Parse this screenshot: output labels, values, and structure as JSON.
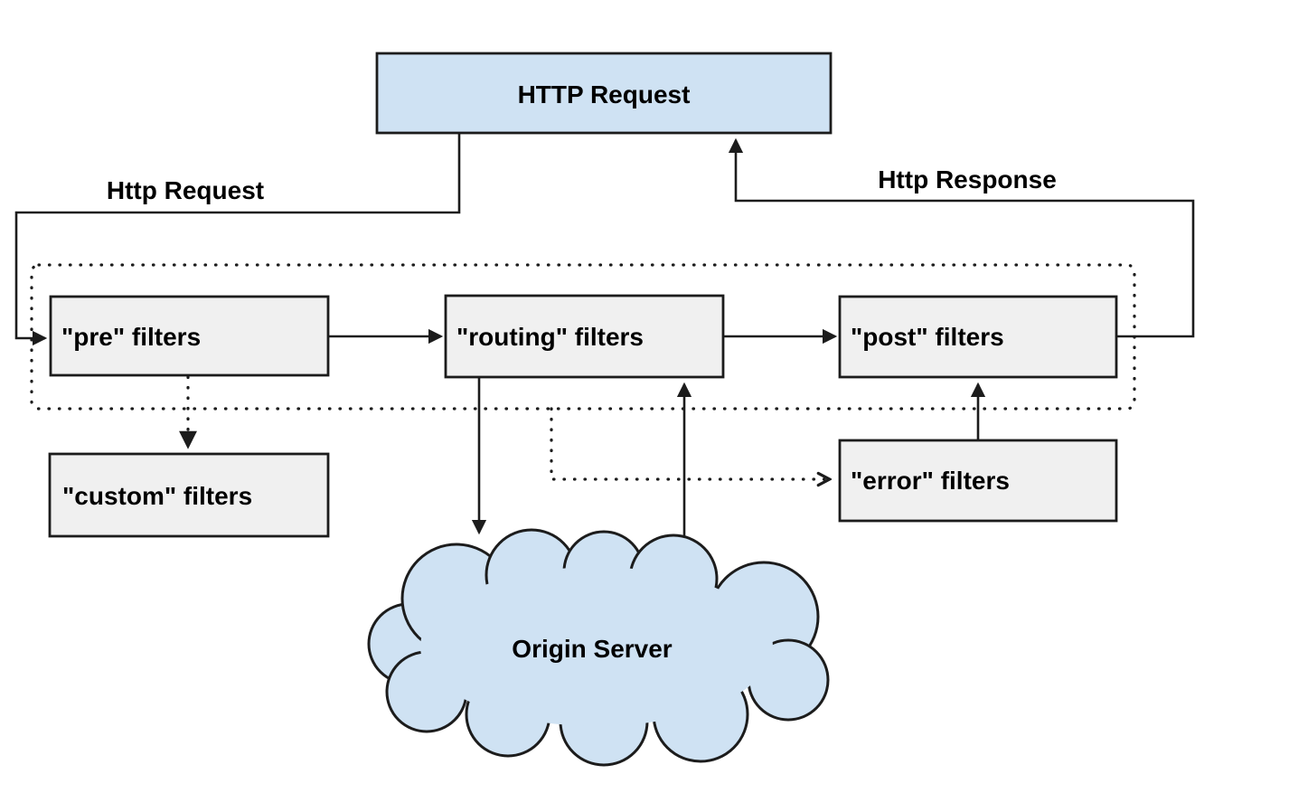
{
  "diagram": {
    "nodes": {
      "http_request": {
        "label": "HTTP Request"
      },
      "pre_filters": {
        "label": "\"pre\" filters"
      },
      "routing_filters": {
        "label": "\"routing\" filters"
      },
      "post_filters": {
        "label": "\"post\" filters"
      },
      "custom_filters": {
        "label": "\"custom\" filters"
      },
      "error_filters": {
        "label": "\"error\" filters"
      },
      "origin_server": {
        "label": "Origin Server"
      }
    },
    "edge_labels": {
      "http_request": "Http Request",
      "http_response": "Http Response"
    },
    "colors": {
      "node_blue_fill": "#cfe2f3",
      "node_gray_fill": "#f0f0f0",
      "stroke_dark": "#1c1c1c",
      "text": "#000000"
    }
  }
}
